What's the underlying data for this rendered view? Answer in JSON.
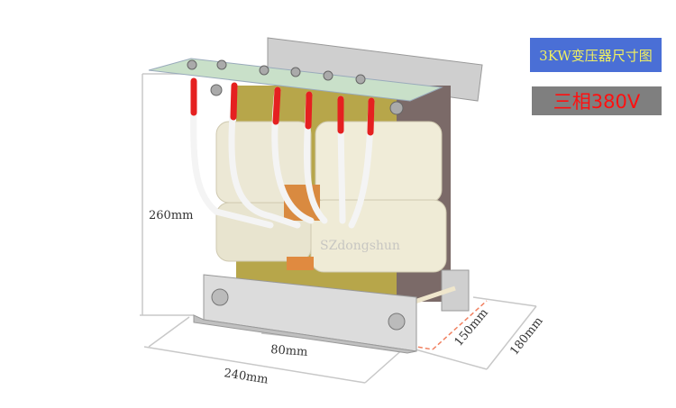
{
  "labels": {
    "title": "3KW变压器尺寸图",
    "phase": "三相380V"
  },
  "dimensions": {
    "height": "260mm",
    "mount_hole_spacing": "80mm",
    "width": "240mm",
    "inner_depth": "150mm",
    "depth": "180mm"
  },
  "watermark": "SZdongshun",
  "colors": {
    "title_bg": "#4a6fd6",
    "title_text": "#f0f060",
    "phase_bg": "#7f7f7f",
    "phase_text": "#ff1010",
    "wire_red": "#e52020"
  }
}
